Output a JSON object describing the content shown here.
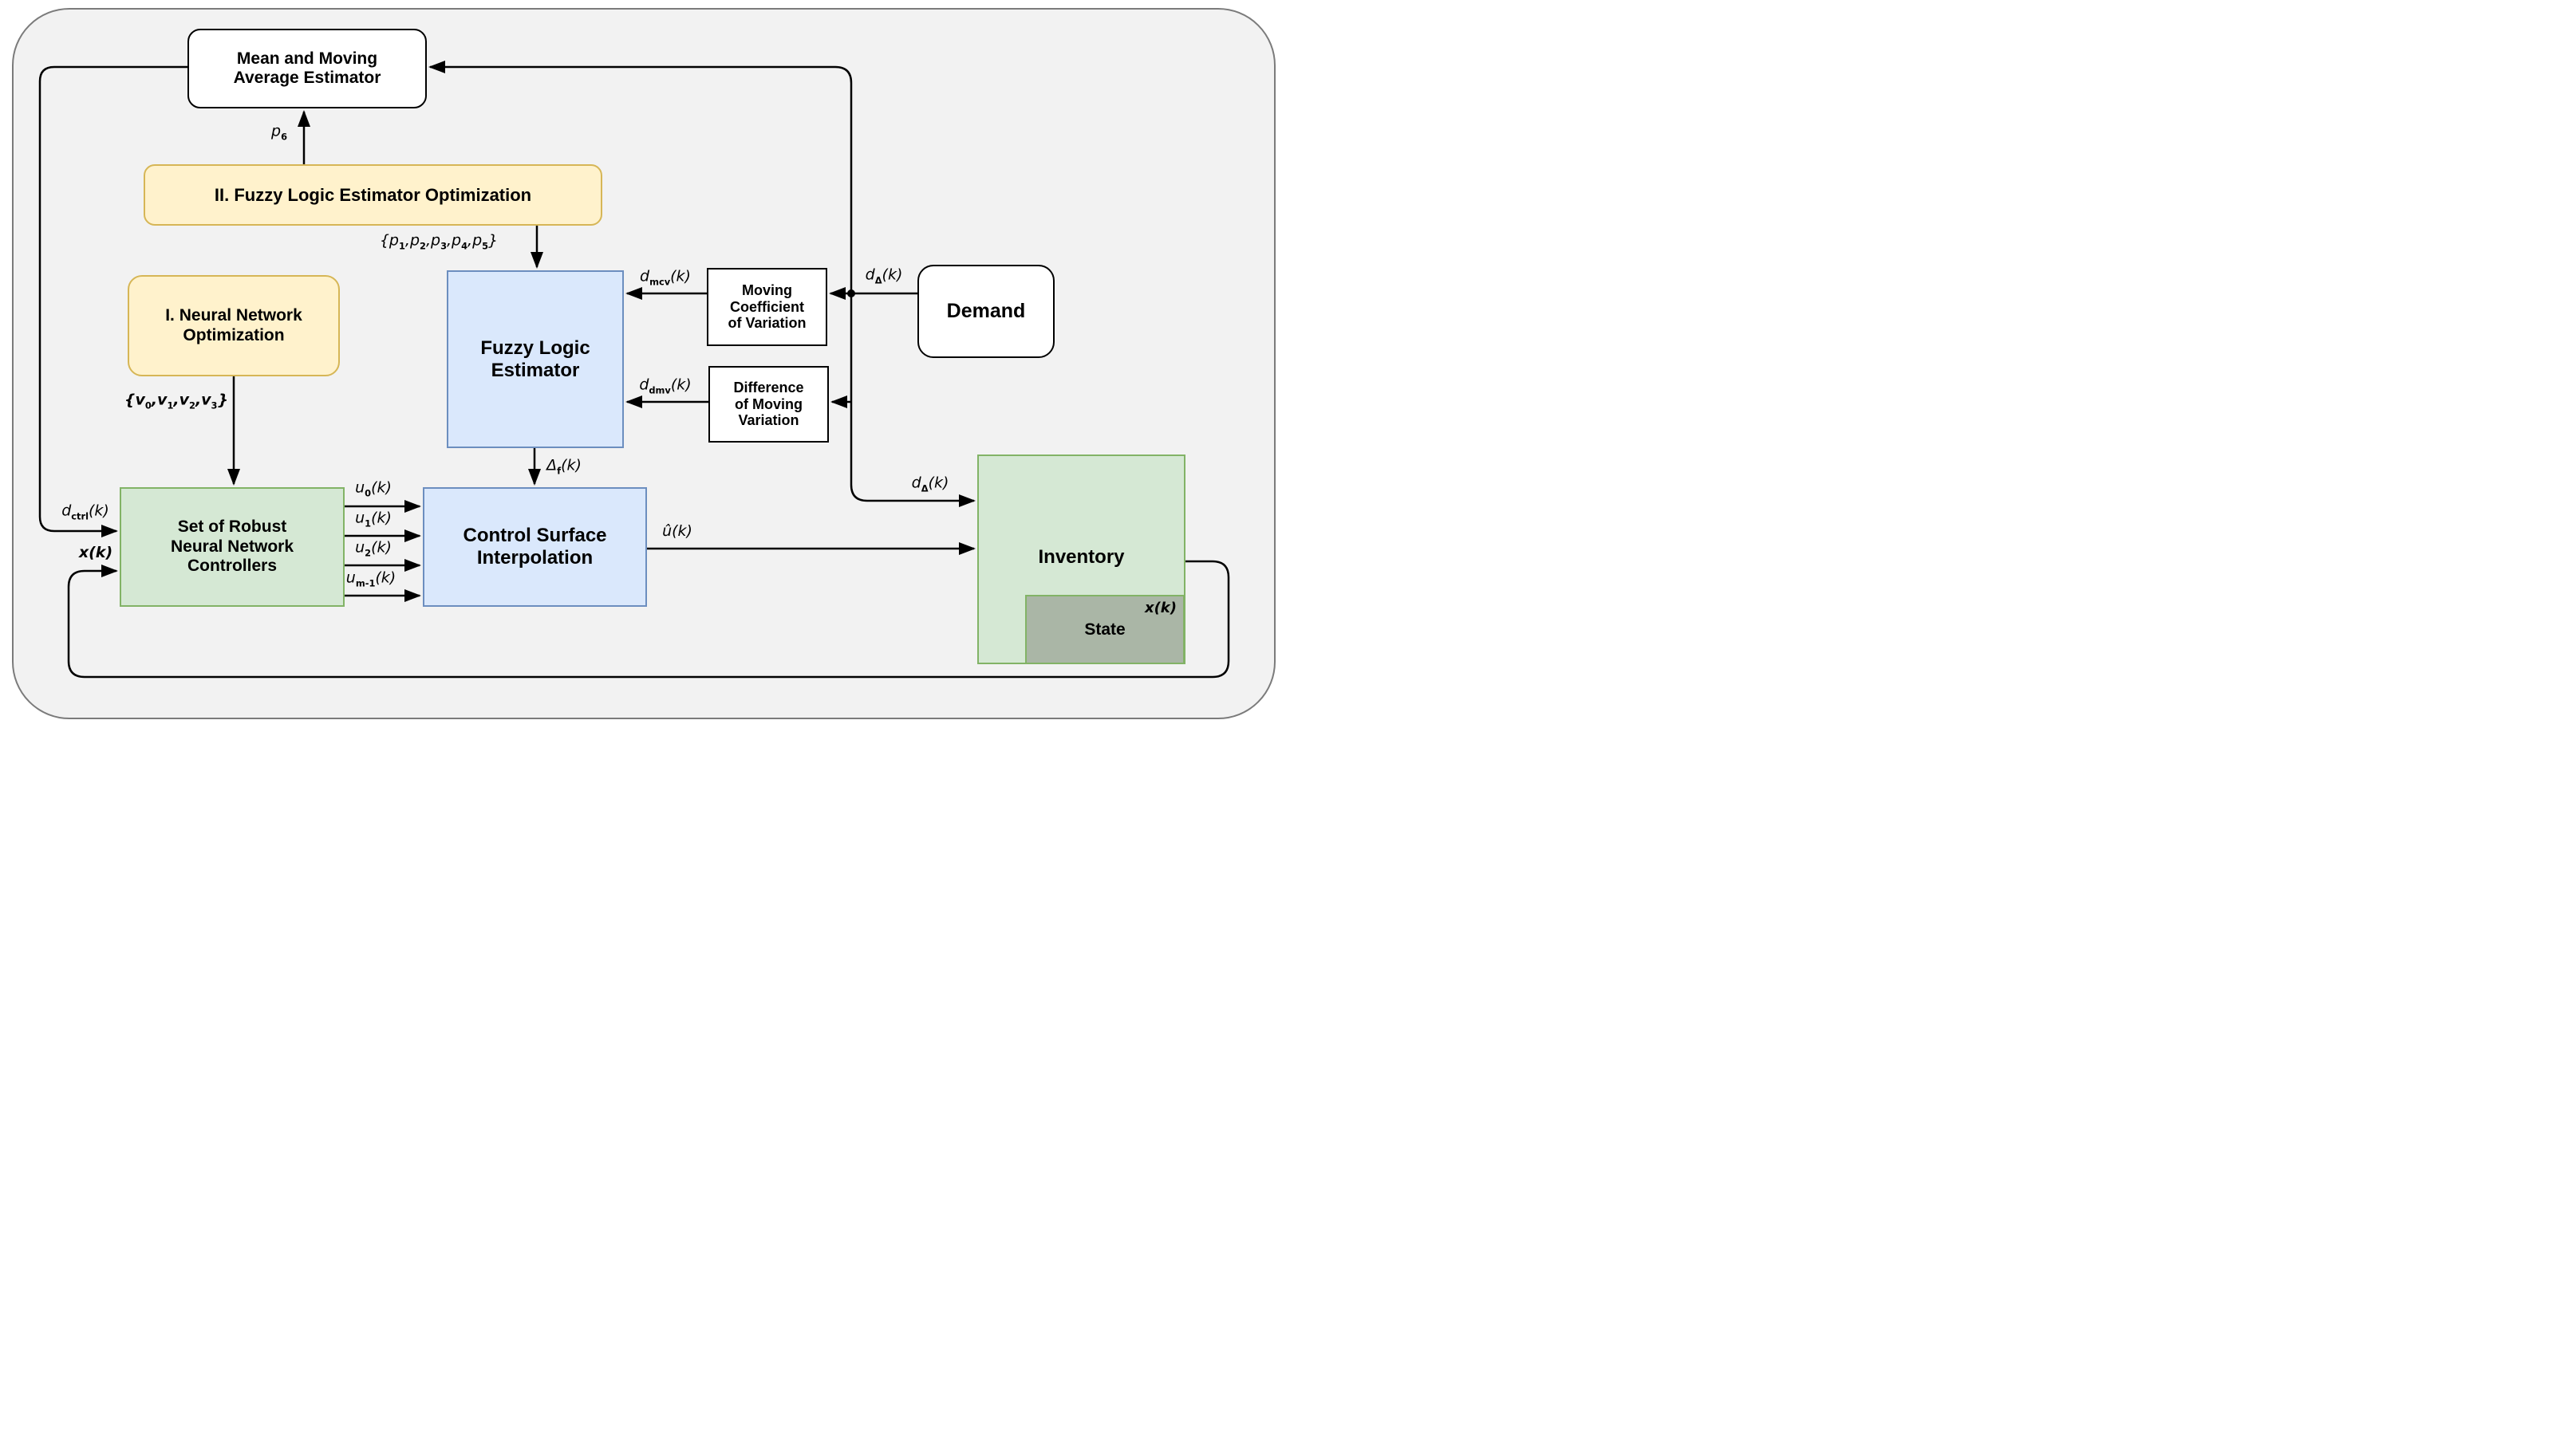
{
  "diagram": {
    "boxes": {
      "mean_estimator": {
        "lines": [
          "Mean and Moving",
          "Average Estimator"
        ]
      },
      "fuzzy_opt": {
        "label": "II. Fuzzy Logic Estimator Optimization"
      },
      "nn_opt": {
        "lines": [
          "I.  Neural Network",
          "Optimization"
        ]
      },
      "fuzzy_estimator": {
        "lines": [
          "Fuzzy Logic",
          "Estimator"
        ]
      },
      "mcv": {
        "lines": [
          "Moving",
          "Coefficient",
          "of Variation"
        ]
      },
      "dmv": {
        "lines": [
          "Difference",
          "of Moving",
          "Variation"
        ]
      },
      "demand": {
        "label": "Demand"
      },
      "controllers": {
        "lines": [
          "Set of Robust",
          "Neural Network",
          "Controllers"
        ]
      },
      "csi": {
        "lines": [
          "Control Surface",
          "Interpolation"
        ]
      },
      "inventory": {
        "label": "Inventory"
      },
      "state": {
        "label": "State",
        "signal": "x(k)"
      }
    },
    "signals": {
      "p6": "p[6]",
      "p_set": "{p[1],p[2],p[3],p[4],p[5]}",
      "v_set": "{v[0],v[1],v[2],v[3]}",
      "d_mcv": "d[mcv](k)",
      "d_dmv": "d[dmv](k)",
      "d_delta_top": "d[Δ](k)",
      "d_delta_bottom": "d[Δ](k)",
      "d_ctrl": "d[ctrl](k)",
      "x_k": "x(k)",
      "u0": "u[0](k)",
      "u1": "u[1](k)",
      "u2": "u[2](k)",
      "um1": "u[m-1](k)",
      "delta_f": "Δ[f](k)",
      "u_hat": "û(k)"
    },
    "colors": {
      "background": "#f2f2f2",
      "yellow_fill": "#fff2cc",
      "yellow_border": "#d6b656",
      "blue_fill": "#dae8fc",
      "blue_border": "#6c8ebf",
      "green_fill": "#d5e8d4",
      "green_border": "#82b366",
      "state_fill": "#aab6a6",
      "line": "#000000"
    }
  }
}
